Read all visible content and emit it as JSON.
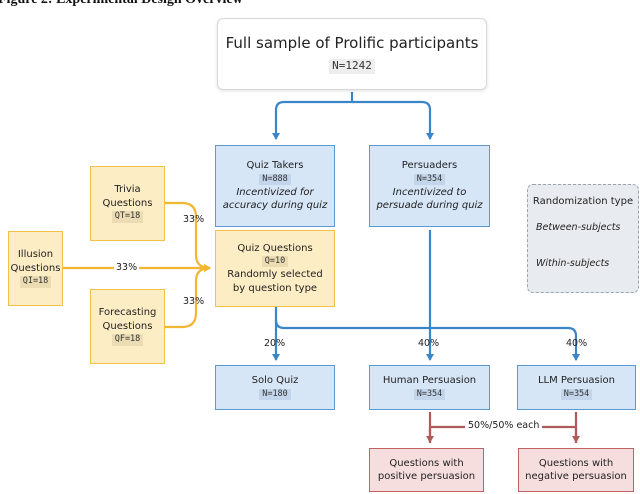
{
  "figure_title": "Figure 2: Experimental Design Overview",
  "top": {
    "title": "Full sample of Prolific participants",
    "n": "N=1242"
  },
  "quiz_takers": {
    "title": "Quiz Takers",
    "n": "N=888",
    "desc": "Incentivized for accuracy during quiz"
  },
  "persuaders": {
    "title": "Persuaders",
    "n": "N=354",
    "desc": "Incentivized to persuade during quiz"
  },
  "trivia": {
    "title": "Trivia Questions",
    "n": "QT=18"
  },
  "illusion": {
    "title": "Illusion Questions",
    "n": "QI=18"
  },
  "forecasting": {
    "title": "Forecasting Questions",
    "n": "QF=18"
  },
  "quiz_questions": {
    "title": "Quiz Questions",
    "n": "Q=10",
    "desc": "Randomly selected by question type"
  },
  "pct": {
    "trivia": "33%",
    "illusion": "33%",
    "forecasting": "33%",
    "solo": "20%",
    "human": "40%",
    "llm": "40%",
    "split": "50%/50% each"
  },
  "solo": {
    "title": "Solo Quiz",
    "n": "N=180"
  },
  "human": {
    "title": "Human Persuasion",
    "n": "N=354"
  },
  "llm": {
    "title": "LLM Persuasion",
    "n": "N=354"
  },
  "positive": {
    "title": "Questions with positive persuasion"
  },
  "negative": {
    "title": "Questions with negative persuasion"
  },
  "legend": {
    "title": "Randomization type",
    "between": "Between-subjects",
    "within": "Within-subjects"
  },
  "colors": {
    "blue": "#3a86c8",
    "yellow": "#f2b632",
    "red": "#b05a5a"
  }
}
